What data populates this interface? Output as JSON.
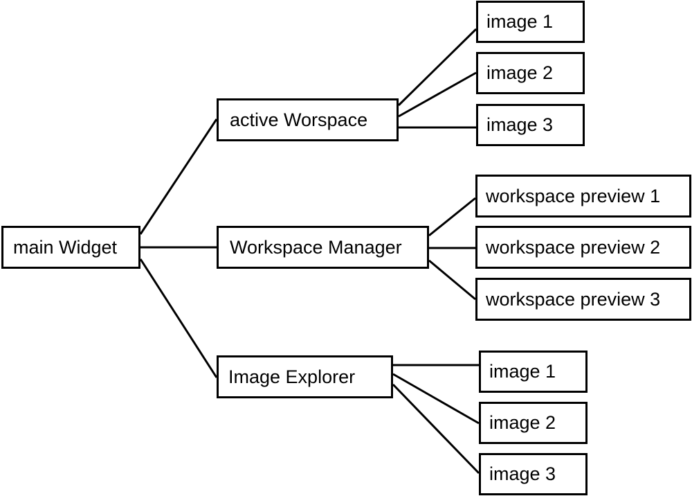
{
  "diagram": {
    "root": {
      "label": "main Widget"
    },
    "children": [
      {
        "label": "active Worspace",
        "children": [
          "image 1",
          "image 2",
          "image 3"
        ]
      },
      {
        "label": "Workspace Manager",
        "children": [
          "workspace preview 1",
          "workspace preview 2",
          "workspace preview 3"
        ]
      },
      {
        "label": "Image Explorer",
        "children": [
          "image 1",
          "image 2",
          "image 3"
        ]
      }
    ]
  }
}
